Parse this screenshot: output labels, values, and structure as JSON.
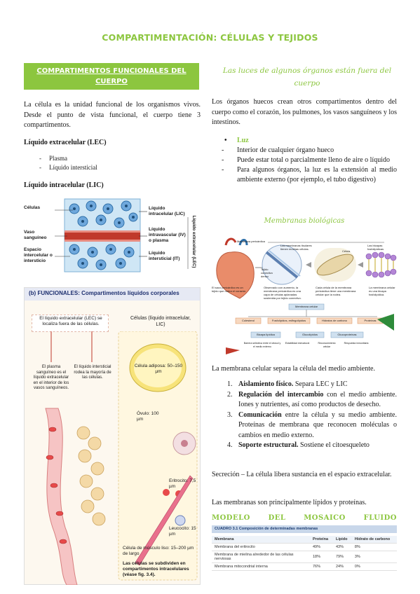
{
  "title": "COMPARTIMENTACIÓN: CÉLULAS Y TEJIDOS",
  "left": {
    "section_title": "COMPARTIMENTOS FUNCIONALES DEL CUERPO",
    "intro": "La célula es la unidad funcional de los organismos vivos. Desde el punto de vista funcional, el cuerpo tiene 3 compartimentos.",
    "lec_heading": "Líquido extracelular (LEC)",
    "lec_items": [
      "Plasma",
      "Líquido intersticial"
    ],
    "lic_heading": "Líquido intracelular (LIC)",
    "fig1": {
      "cells": "Células",
      "vaso": "Vaso sanguíneo",
      "espacio": "Espacio intercelular o intersticio",
      "lic": "Líquido intracelular (LIC)",
      "iv": "Líquido intravascular (IV) o plasma",
      "it": "Líquido intersticial (IT)",
      "lec_vertical": "Líquido extracelular (LEC)"
    },
    "fig2": {
      "header": "(b) FUNCIONALES: Compartimentos líquidos corporales",
      "lec_title": "El líquido extracelular (LEC) se localiza fuera de las células.",
      "plasma": "El plasma sanguíneo es el líquido extracelular en el interior de los vasos sanguíneos.",
      "intersticial": "El líquido intersticial rodea la mayoría de las células.",
      "cells_title": "Células (líquido intracelular, LIC)",
      "adiposa": "Célula adiposa: 50–150 µm",
      "ovulo": "Óvulo: 100 µm",
      "eritrocito": "Eritrocito: 7,5 µm",
      "leucocito": "Leucocito: 15 µm",
      "musculo": "Célula de músculo liso: 15–200 µm de largo",
      "subdividen": "Las células se subdividen en compartimentos intracelulares (véase fig. 3.4)."
    }
  },
  "right": {
    "luces_heading": "Las luces de algunos órganos están fuera del cuerpo",
    "luces_intro": "Los órganos huecos crean otros compartimentos dentro del cuerpo como el corazón, los pulmones, los vasos sanguíneos y los intestinos.",
    "luz_label": "Luz",
    "luz_items": [
      "Interior de cualquier órgano hueco",
      "Puede estar total o parcialmente lleno de aire o líquido",
      "Para algunos órganos, la luz es la extensión al medio ambiente externo (por ejemplo, el tubo digestivo)"
    ],
    "membranas_heading": "Membranas biológicas",
    "membrane_fig": {
      "membrana_pericardica": "Membrana pericárdica",
      "membranas_tisulares": "Las membranas tisulares tienen muchas células.",
      "bicapa": "Las bicapas fosfolipídicas",
      "celula": "Célula",
      "tejido": "Tejido conectivo denso",
      "pericardio": "El saco pericárdico es un tejido que rodea el corazón.",
      "observado": "Observado con aumento, la membrana pericárdica es una capa de células aplanadas sostenida por tejido conectivo.",
      "cada_celula": "Cada célula de la membrana pericárdica tiene una membrana celular que la rodea.",
      "membrana_celular": "La membrana celular es una bicapa fosfolipídica.",
      "concept_top": "Membrana celular",
      "colesterol": "Colesterol",
      "fosfolipidos": "Fosfolípidos, esfingolípidos",
      "hidratos": "Hidratos de carbono",
      "proteinas": "Proteínas",
      "bicapa_lipidica": "Bicapa lipídica",
      "glucolipidos": "Glucolípidos",
      "glucoproteinas": "Glucoproteínas",
      "barrera": "Barrera selectiva entre el citosol y el medio externo",
      "estabilidad": "Estabilidad estructural",
      "reconocimiento": "Reconocimiento celular",
      "respuesta": "Respuesta inmunitaria"
    },
    "membrana_text": "La membrana celular separa la célula del medio ambiente.",
    "funcs": [
      {
        "num": "1.",
        "bold": "Aislamiento físico.",
        "text": " Separa LEC y LIC"
      },
      {
        "num": "2.",
        "bold": "Regulación del intercambio",
        "text": " con el medio ambiente. Iones y nutrientes, así como productos de desecho."
      },
      {
        "num": "3.",
        "bold": "Comunicación",
        "text": " entre la célula y su medio ambiente. Proteínas de membrana que reconocen moléculas o cambios en medio externo."
      },
      {
        "num": "4.",
        "bold": "Soporte estructural.",
        "text": " Sostiene el citoesqueleto"
      }
    ],
    "secrecion": "Secreción – La célula libera sustancia en el espacio extracelular.",
    "lipidos": "Las membranas son principalmente lípidos y proteínas.",
    "modelo_heading": "MODELO DEL MOSAICO FLUIDO",
    "table": {
      "caption": "CUADRO 3.1 Composición de determinadas membranas",
      "headers": [
        "Membrana",
        "Proteína",
        "Lípido",
        "Hidrato de carbono"
      ],
      "rows": [
        [
          "Membrana del eritrocito",
          "49%",
          "43%",
          "8%"
        ],
        [
          "Membrana de mielina alrededor de las células nerviosas",
          "18%",
          "79%",
          "3%"
        ],
        [
          "Membrana mitocondrial interna",
          "76%",
          "24%",
          "0%"
        ]
      ]
    }
  }
}
